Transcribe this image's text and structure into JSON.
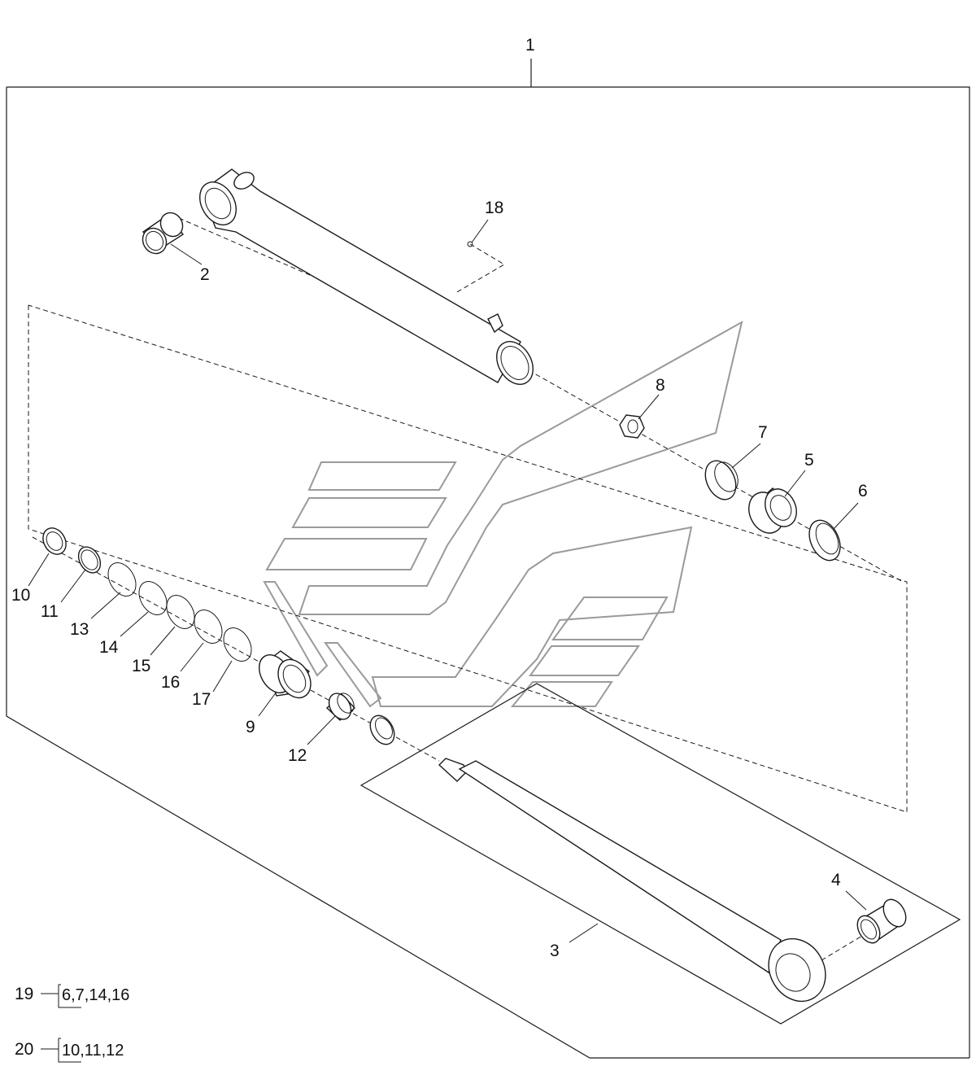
{
  "callouts": {
    "c1": "1",
    "c2": "2",
    "c3": "3",
    "c4": "4",
    "c5": "5",
    "c6": "6",
    "c7": "7",
    "c8": "8",
    "c9": "9",
    "c10": "10",
    "c11": "11",
    "c12": "12",
    "c13": "13",
    "c14": "14",
    "c15": "15",
    "c16": "16",
    "c17": "17",
    "c18": "18"
  },
  "kits": [
    {
      "number": "19",
      "contents": "6,7,14,16"
    },
    {
      "number": "20",
      "contents": "10,11,12"
    }
  ],
  "colors": {
    "line": "#1a1a1a",
    "watermark": "#9a9a9a",
    "background": "#ffffff"
  }
}
